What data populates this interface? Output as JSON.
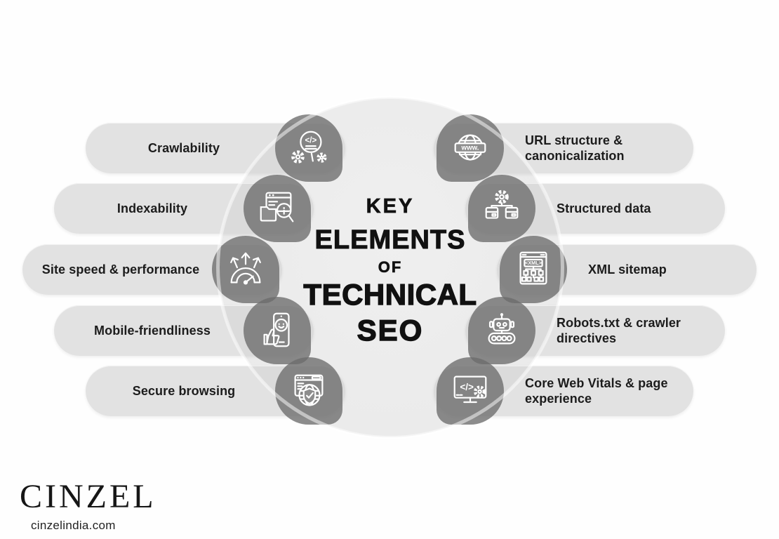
{
  "title_block": {
    "line1": "KEY",
    "line2": "ELEMENTS",
    "line3": "OF",
    "line4": "TECHNICAL",
    "line5": "SEO"
  },
  "pills": {
    "left": [
      {
        "label": "Crawlability",
        "icon": "crawlability-icon"
      },
      {
        "label": "Indexability",
        "icon": "indexability-icon"
      },
      {
        "label": "Site speed & performance",
        "icon": "site-speed-icon"
      },
      {
        "label": "Mobile-friendliness",
        "icon": "mobile-friendliness-icon"
      },
      {
        "label": "Secure browsing",
        "icon": "secure-browsing-icon"
      }
    ],
    "right": [
      {
        "label": "URL structure & canonicalization",
        "icon": "url-structure-icon"
      },
      {
        "label": "Structured data",
        "icon": "structured-data-icon"
      },
      {
        "label": "XML sitemap",
        "icon": "xml-sitemap-icon"
      },
      {
        "label": "Robots.txt & crawler directives",
        "icon": "robots-txt-icon"
      },
      {
        "label": "Core Web Vitals & page experience",
        "icon": "core-web-vitals-icon"
      }
    ]
  },
  "icon_text": {
    "code": "</>",
    "www": "www.",
    "xml": "<XML>"
  },
  "footer": {
    "brand": "CINZEL",
    "website": "cinzelindia.com"
  },
  "colors": {
    "background": "#fefefe",
    "ellipse": "#ebebeb",
    "pill": "#e1e1e1",
    "icon_blob": "#8f8f8f",
    "text": "#111111"
  }
}
